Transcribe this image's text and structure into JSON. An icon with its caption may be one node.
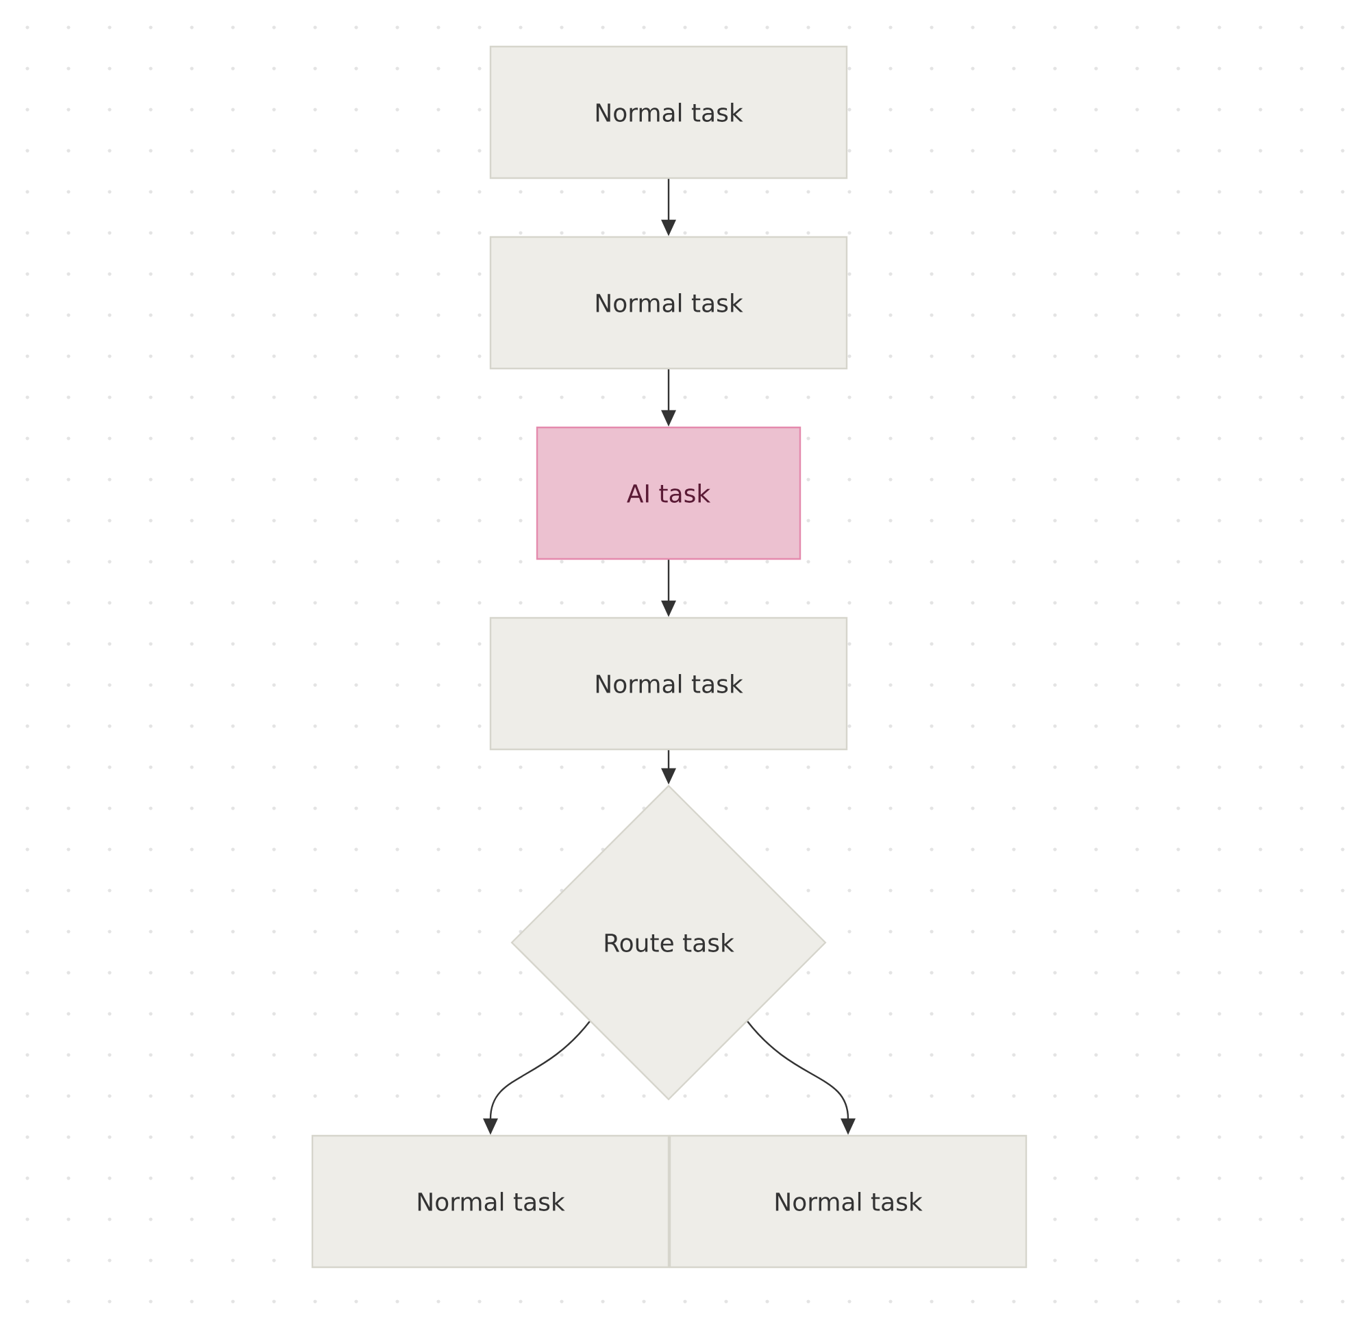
{
  "diagram": {
    "nodes": [
      {
        "text": [
          "Normal task"
        ]
      },
      {
        "text": [
          "Normal task"
        ]
      },
      {
        "text": [
          "AI task"
        ]
      },
      {
        "text": [
          "Normal task"
        ]
      },
      {
        "text": [
          "Route task"
        ]
      },
      {
        "text": [
          "Normal task"
        ]
      },
      {
        "text": [
          "Normal task"
        ]
      }
    ],
    "edges": [
      {
        "from": 0,
        "to": 1,
        "arrow": "to"
      },
      {
        "from": 1,
        "to": 2,
        "arrow": "to"
      },
      {
        "from": 2,
        "to": 3,
        "arrow": "to"
      },
      {
        "from": 3,
        "to": 4,
        "arrow": "to"
      },
      {
        "from": 4,
        "to": 5,
        "arrow": "to"
      },
      {
        "from": 4,
        "to": 6,
        "arrow": "to"
      }
    ]
  }
}
